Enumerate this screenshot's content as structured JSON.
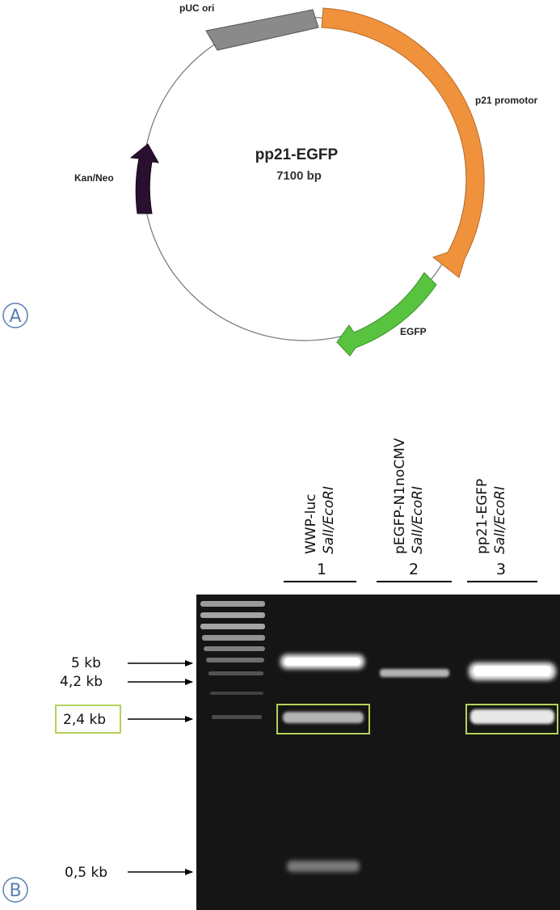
{
  "panelA": {
    "letter": "A",
    "plasmid_name": "pp21-EGFP",
    "plasmid_size": "7100 bp",
    "features": [
      {
        "label": "pUC ori",
        "color": "#8a8a8a"
      },
      {
        "label": "p21 promotor",
        "color": "#f0913c"
      },
      {
        "label": "EGFP",
        "color": "#58c33f"
      },
      {
        "label": "Kan/Neo",
        "color": "#2a1030"
      }
    ]
  },
  "panelB": {
    "letter": "B",
    "lanes": [
      {
        "number": "1",
        "name": "WWP-luc",
        "enzymes": "SalI/EcoRI"
      },
      {
        "number": "2",
        "name": "pEGFP-N1noCMV",
        "enzymes": "SalI/EcoRI"
      },
      {
        "number": "3",
        "name": "pp21-EGFP",
        "enzymes": "SalI/EcoRI"
      }
    ],
    "markers": [
      "5 kb",
      "4,2 kb",
      "2,4 kb",
      "0,5 kb"
    ],
    "highlight_color": "#b4d25a",
    "highlighted_marker": "2,4 kb"
  }
}
